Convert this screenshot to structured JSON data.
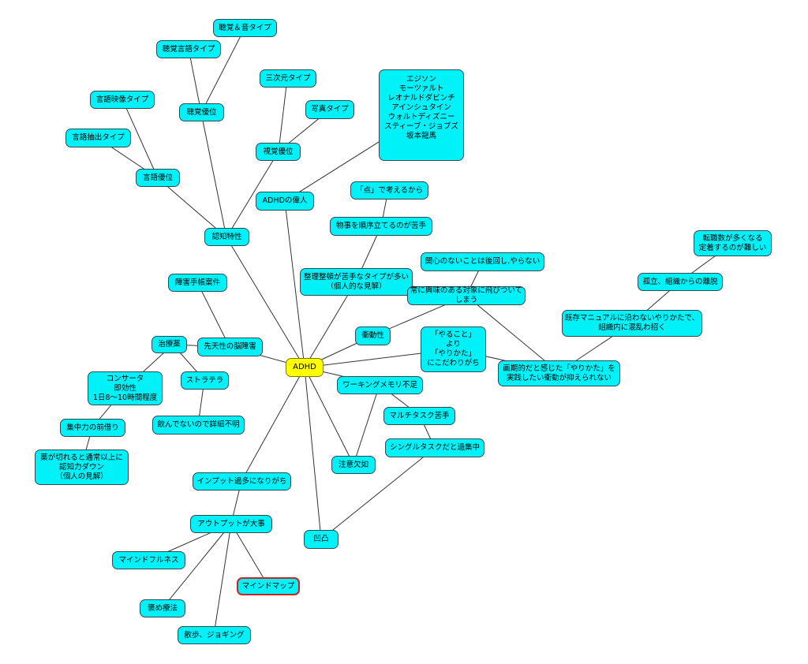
{
  "mindmap": {
    "root": "ADHD",
    "nodes": {
      "ninchi": "認知特性",
      "chokaku_yui": "聴覚優位",
      "chokaku_oto": "聴覚＆音タイプ",
      "chokaku_gengo": "聴覚言語タイプ",
      "gengo_yui": "言語優位",
      "gengo_eizo": "言語映像タイプ",
      "gengo_chushutsu": "言語抽出タイプ",
      "shikaku_yui": "視覚優位",
      "sanjigen": "三次元タイプ",
      "shashin": "写真タイプ",
      "ijin": "ADHDの偉人",
      "ijin_list": "エジソン\nモーツァルト\nレオナルドダビンチ\nアインシュタイン\nウォルトディズニー\nスティーブ・ジョブズ\n坂本龍馬",
      "ten": "「点」で考えるから",
      "junjo": "物事を順序立てるのが苦手",
      "seiri": "整理整頓が苦手なタイプが多い\n（個人的な見解）",
      "kanshin": "関心のないことは後回し.やらない",
      "tsune": "常に興味のある対象に飛びついてしまう",
      "shogai_techo": "障害手帳案件",
      "sententeki": "先天性の脳障害",
      "chiryoyaku": "治療薬",
      "concerta": "コンサータ\n即効性\n1日8〜10時間程度",
      "strattera": "ストラテラ",
      "nondenai": "飲んでないので詳細不明",
      "shuchu_maegari": "集中力の前借り",
      "kusuri_kireru": "薬が切れると通常以上に\n認知力ダウン\n（個人の見解）",
      "shodo": "衝動性",
      "yarukoto": "「やること」\nより\n「やりかた」\nにこだわりがち",
      "kakkiteki": "画期的だと感じた「やりかた」を\n実践したい衝動が抑えられない",
      "kison": "既存マニュアルに沿わないやりかたで、\n組織内に混乱わ招く",
      "koritsu": "孤立、組織からの離脱",
      "tenshoku": "転職数が多くなる\n定着するのが難しい",
      "working": "ワーキングメモリ不足",
      "multi": "マルチタスク苦手",
      "single": "シングルタスクだと過集中",
      "chui": "注意欠如",
      "dekoboko": "凹凸",
      "input": "インプット過多になりがち",
      "output": "アウトプットが大事",
      "mindful": "マインドフルネス",
      "mindmap_node": "マインドマップ",
      "homeryoho": "褒め療法",
      "sanpo": "散歩、ジョギング"
    }
  },
  "colors": {
    "node_fill": "#00f2f9",
    "root_fill": "#ffff00",
    "highlight_border": "#cc2222",
    "line": "#333333"
  }
}
